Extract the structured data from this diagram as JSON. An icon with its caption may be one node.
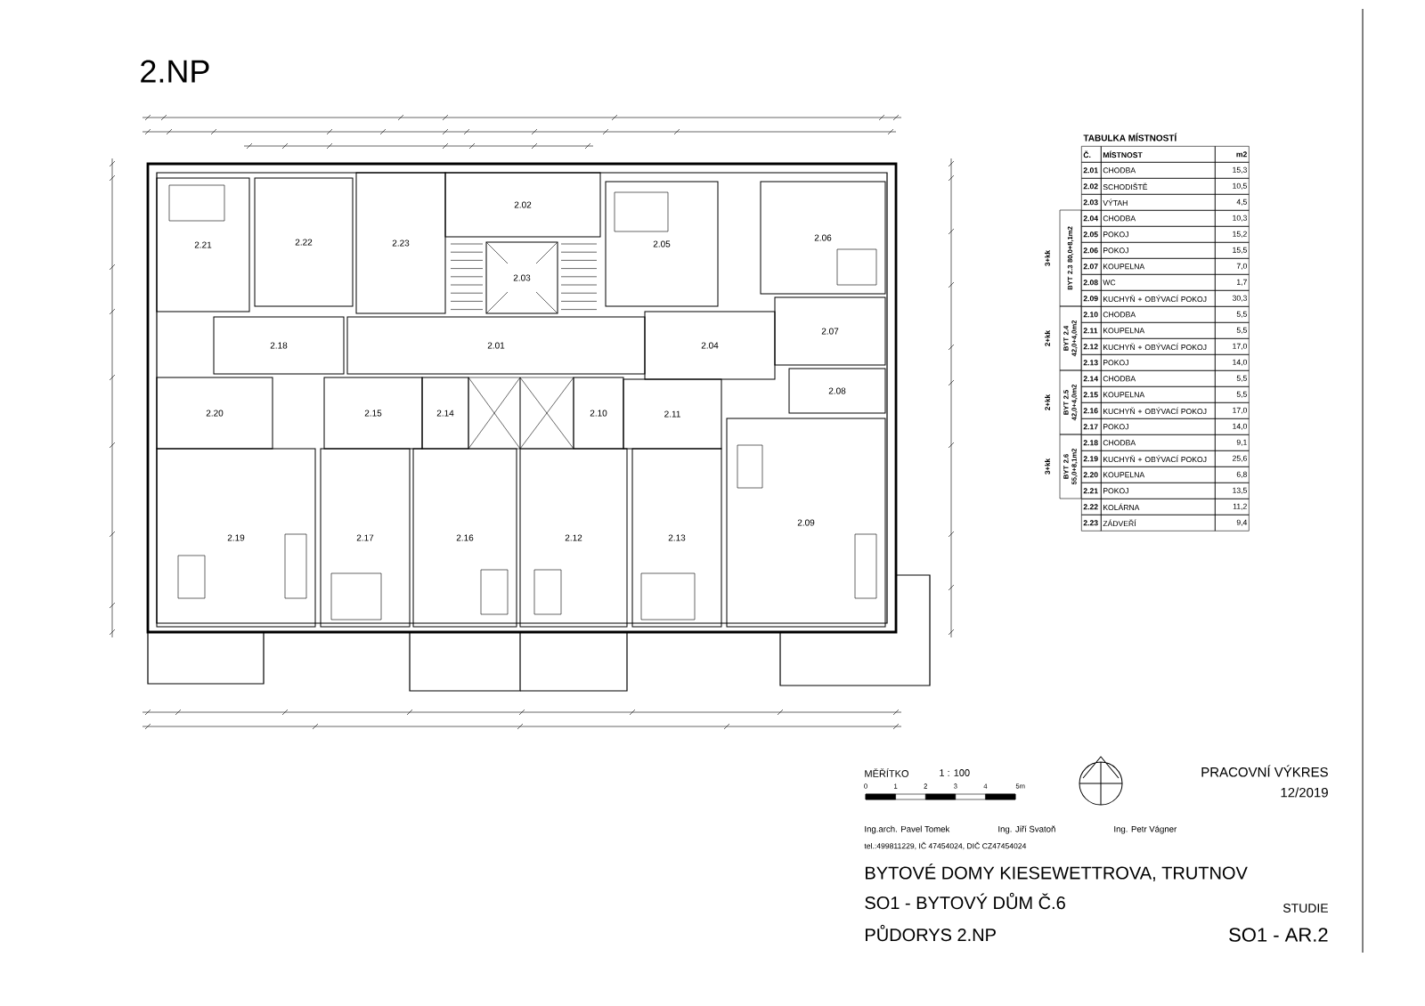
{
  "diagram": {
    "title": "2.NP",
    "nodes": [
      {
        "text": [
          "2.01"
        ]
      },
      {
        "text": [
          "2.02"
        ]
      },
      {
        "text": [
          "2.03"
        ]
      },
      {
        "text": [
          "2.04"
        ]
      },
      {
        "text": [
          "2.05"
        ]
      },
      {
        "text": [
          "2.06"
        ]
      },
      {
        "text": [
          "2.07"
        ]
      },
      {
        "text": [
          "2.08"
        ]
      },
      {
        "text": [
          "2.09"
        ]
      },
      {
        "text": [
          "2.10"
        ]
      },
      {
        "text": [
          "2.11"
        ]
      },
      {
        "text": [
          "2.12"
        ]
      },
      {
        "text": [
          "2.13"
        ]
      },
      {
        "text": [
          "2.14"
        ]
      },
      {
        "text": [
          "2.15"
        ]
      },
      {
        "text": [
          "2.16"
        ]
      },
      {
        "text": [
          "2.17"
        ]
      },
      {
        "text": [
          "2.18"
        ]
      },
      {
        "text": [
          "2.19"
        ]
      },
      {
        "text": [
          "2.20"
        ]
      },
      {
        "text": [
          "2.21"
        ]
      },
      {
        "text": [
          "2.22"
        ]
      },
      {
        "text": [
          "2.23"
        ]
      }
    ],
    "labels": [
      "TABULKA MÍSTNOSTÍ",
      "Č.",
      "MÍSTNOST",
      "m2",
      "2.01",
      "CHODBA",
      "15,3",
      "2.02",
      "SCHODIŠTĚ",
      "10,5",
      "2.03",
      "VÝTAH",
      "4,5",
      "3+kk",
      "BYT 2.3 80,0+8,1m2",
      "2.04",
      "CHODBA",
      "10,3",
      "2.05",
      "POKOJ",
      "15,2",
      "2.06",
      "POKOJ",
      "15,5",
      "2.07",
      "KOUPELNA",
      "7,0",
      "2.08",
      "WC",
      "1,7",
      "2.09",
      "KUCHYŇ + OBÝVACÍ POKOJ",
      "30,3",
      "2+kk",
      "BYT 2.4 42,0+4,0m2",
      "2.10",
      "CHODBA",
      "5,5",
      "2.11",
      "KOUPELNA",
      "5,5",
      "2.12",
      "KUCHYŇ + OBÝVACÍ POKOJ",
      "17,0",
      "2.13",
      "POKOJ",
      "14,0",
      "2+kk",
      "BYT 2.5 42,0+4,0m2",
      "2.14",
      "CHODBA",
      "5,5",
      "2.15",
      "KOUPELNA",
      "5,5",
      "2.16",
      "KUCHYŇ + OBÝVACÍ POKOJ",
      "17,0",
      "2.17",
      "POKOJ",
      "14,0",
      "3+kk",
      "BYT 2.6 55,0+8,1m2",
      "2.18",
      "CHODBA",
      "9,1",
      "2.19",
      "KUCHYŇ + OBÝVACÍ POKOJ",
      "25,6",
      "2.20",
      "KOUPELNA",
      "6,8",
      "2.21",
      "POKOJ",
      "13,5",
      "2.22",
      "KOLÁRNA",
      "11,2",
      "2.23",
      "ZÁDVEŘÍ",
      "9,4",
      "MĚŘÍTKO",
      "1 : 100",
      "0",
      "1",
      "2",
      "3",
      "4",
      "5m",
      "PRACOVNÍ VÝKRES",
      "12/2019",
      "Ing.arch. Pavel Tomek",
      "Ing. Jiří Svatoň",
      "Ing. Petr Vágner",
      "tel.:499811229, IČ 47454024, DIČ CZ47454024",
      "BYTOVÉ DOMY KIESEWETTROVA, TRUTNOV",
      "SO1 - BYTOVÝ DŮM Č.6",
      "STUDIE",
      "PŮDORYS 2.NP",
      "SO1 - AR.2"
    ]
  }
}
